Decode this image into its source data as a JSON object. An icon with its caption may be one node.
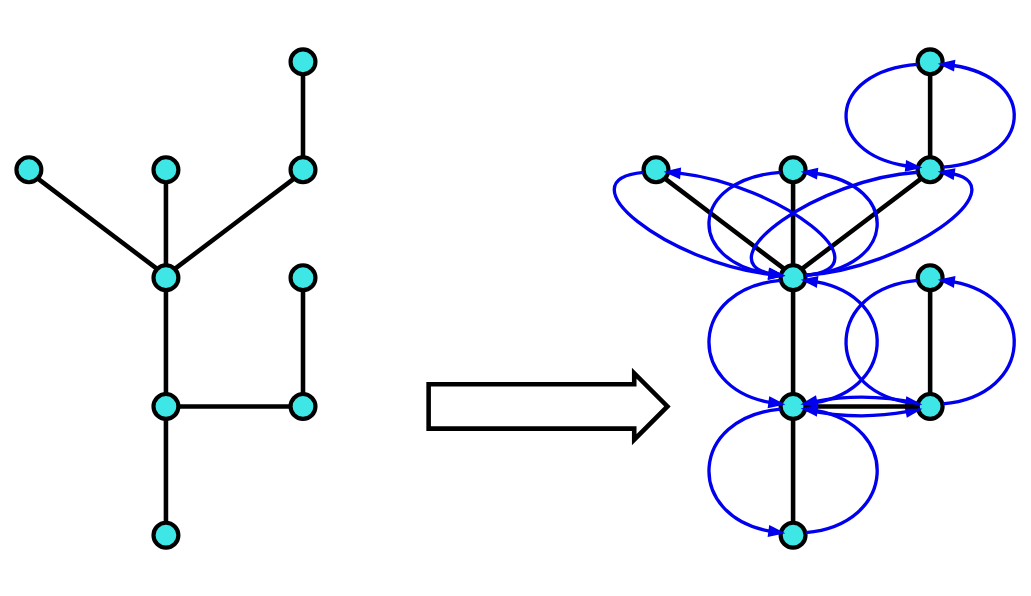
{
  "diagram": {
    "nodes": [
      {
        "text": [],
        "shape": "circle"
      },
      {
        "text": [],
        "shape": "circle"
      },
      {
        "text": [],
        "shape": "circle"
      },
      {
        "text": [],
        "shape": "circle"
      },
      {
        "text": [],
        "shape": "circle"
      },
      {
        "text": [],
        "shape": "circle"
      },
      {
        "text": [],
        "shape": "circle"
      },
      {
        "text": [],
        "shape": "circle"
      },
      {
        "text": [],
        "shape": "circle"
      },
      {
        "text": [],
        "shape": "arrow"
      },
      {
        "text": [],
        "shape": "circle"
      },
      {
        "text": [],
        "shape": "circle"
      },
      {
        "text": [],
        "shape": "circle"
      },
      {
        "text": [],
        "shape": "circle"
      },
      {
        "text": [],
        "shape": "circle"
      },
      {
        "text": [],
        "shape": "circle"
      },
      {
        "text": [],
        "shape": "circle"
      },
      {
        "text": [],
        "shape": "circle"
      },
      {
        "text": [],
        "shape": "circle"
      }
    ],
    "edges": [
      {
        "from": 0,
        "to": 3,
        "arrow": "none"
      },
      {
        "from": 1,
        "to": 4,
        "arrow": "none"
      },
      {
        "from": 2,
        "to": 4,
        "arrow": "none"
      },
      {
        "from": 3,
        "to": 4,
        "arrow": "none"
      },
      {
        "from": 4,
        "to": 6,
        "arrow": "none"
      },
      {
        "from": 6,
        "to": 7,
        "arrow": "none"
      },
      {
        "from": 5,
        "to": 7,
        "arrow": "none"
      },
      {
        "from": 6,
        "to": 8,
        "arrow": "none"
      },
      {
        "from": 10,
        "to": 13,
        "arrow": "to",
        "color": "#0000ee"
      },
      {
        "from": 10,
        "to": 13,
        "arrow": "none"
      },
      {
        "from": 13,
        "to": 10,
        "arrow": "to",
        "color": "#0000ee"
      },
      {
        "from": 11,
        "to": 14,
        "arrow": "to",
        "color": "#0000ee"
      },
      {
        "from": 11,
        "to": 14,
        "arrow": "none"
      },
      {
        "from": 14,
        "to": 11,
        "arrow": "to",
        "color": "#0000ee"
      },
      {
        "from": 12,
        "to": 14,
        "arrow": "to",
        "color": "#0000ee"
      },
      {
        "from": 12,
        "to": 14,
        "arrow": "none"
      },
      {
        "from": 14,
        "to": 12,
        "arrow": "to",
        "color": "#0000ee"
      },
      {
        "from": 13,
        "to": 14,
        "arrow": "to",
        "color": "#0000ee"
      },
      {
        "from": 13,
        "to": 14,
        "arrow": "none"
      },
      {
        "from": 14,
        "to": 13,
        "arrow": "to",
        "color": "#0000ee"
      },
      {
        "from": 14,
        "to": 16,
        "arrow": "to",
        "color": "#0000ee"
      },
      {
        "from": 14,
        "to": 16,
        "arrow": "none"
      },
      {
        "from": 16,
        "to": 14,
        "arrow": "to",
        "color": "#0000ee"
      },
      {
        "from": 16,
        "to": 17,
        "arrow": "to",
        "color": "#0000ee"
      },
      {
        "from": 16,
        "to": 17,
        "arrow": "none"
      },
      {
        "from": 17,
        "to": 16,
        "arrow": "to",
        "color": "#0000ee"
      },
      {
        "from": 15,
        "to": 17,
        "arrow": "to",
        "color": "#0000ee"
      },
      {
        "from": 15,
        "to": 17,
        "arrow": "none"
      },
      {
        "from": 17,
        "to": 15,
        "arrow": "to",
        "color": "#0000ee"
      },
      {
        "from": 16,
        "to": 18,
        "arrow": "to",
        "color": "#0000ee"
      },
      {
        "from": 16,
        "to": 18,
        "arrow": "none"
      },
      {
        "from": 18,
        "to": 16,
        "arrow": "to",
        "color": "#0000ee"
      }
    ]
  }
}
